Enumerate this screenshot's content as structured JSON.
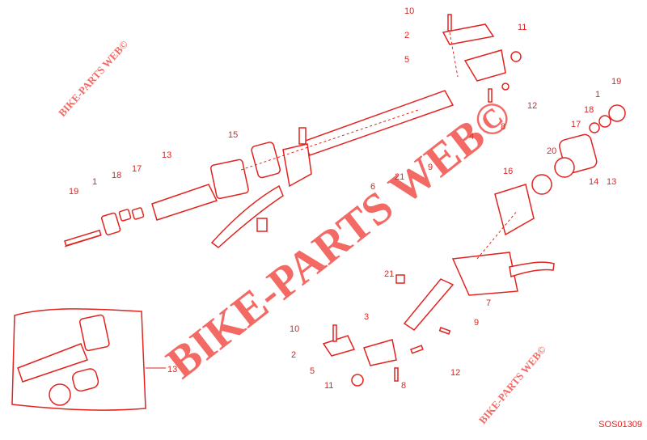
{
  "diagram_code": "SOS01309",
  "watermark": "BIKE-PARTS WEB©",
  "colors": {
    "line": "#e2231f",
    "watermark": "#f25a55",
    "background": "#ffffff"
  },
  "callouts": [
    "10",
    "2",
    "5",
    "11",
    "12",
    "4",
    "8",
    "19",
    "1",
    "18",
    "17",
    "20",
    "14",
    "13",
    "16",
    "15",
    "13",
    "19",
    "1",
    "18",
    "17",
    "6",
    "21",
    "9",
    "21",
    "7",
    "3",
    "10",
    "2",
    "5",
    "11",
    "8",
    "12",
    "9",
    "13"
  ]
}
